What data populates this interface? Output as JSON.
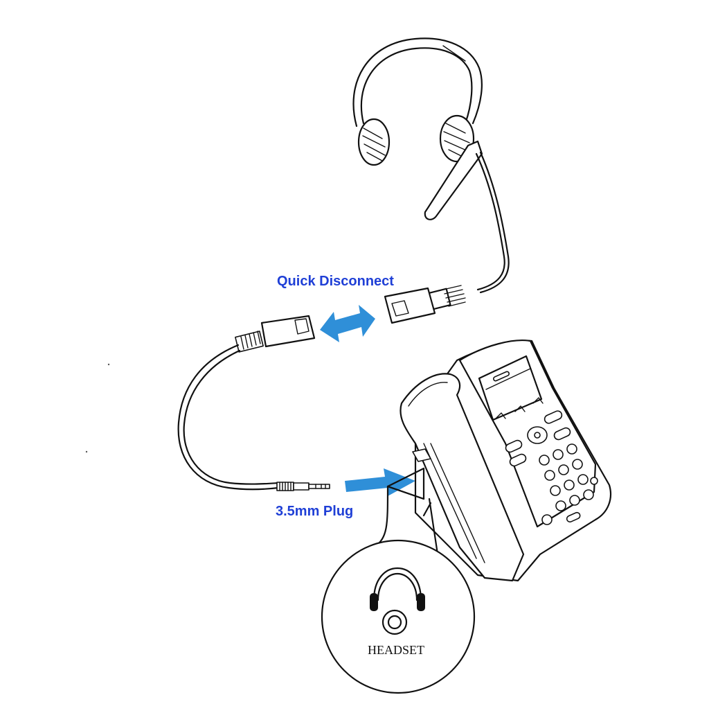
{
  "labels": {
    "quick_disconnect": "Quick Disconnect",
    "plug": "3.5mm Plug",
    "headset_jack": "HEADSET"
  },
  "colors": {
    "label_blue": "#1f3fd6",
    "arrow_blue": "#2f8fd8",
    "line": "#111111"
  },
  "icons": [
    "headset-icon",
    "headset-jack-icon",
    "double-arrow-icon",
    "right-arrow-icon",
    "desk-phone-icon"
  ]
}
